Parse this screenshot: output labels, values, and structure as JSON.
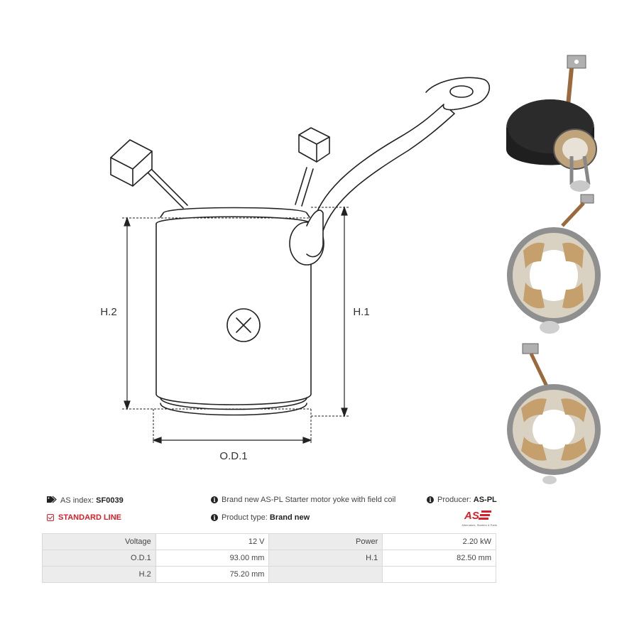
{
  "drawing": {
    "h2_label": "H.2",
    "h1_label": "H.1",
    "od_label": "O.D.1"
  },
  "header": {
    "as_index_label": "AS index:",
    "as_index_value": "SF0039",
    "standard_line": "STANDARD LINE",
    "description": "Brand new AS-PL Starter motor yoke with field coil",
    "product_type_label": "Product type:",
    "product_type_value": "Brand new",
    "producer_label": "Producer:",
    "producer_value": "AS-PL"
  },
  "logo": {
    "mark": "AS",
    "tagline": "Alternators, Starters & Parts"
  },
  "specs": [
    {
      "label_left": "Voltage",
      "value_left": "12 V",
      "label_right": "Power",
      "value_right": "2.20 kW"
    },
    {
      "label_left": "O.D.1",
      "value_left": "93.00 mm",
      "label_right": "H.1",
      "value_right": "82.50 mm"
    },
    {
      "label_left": "H.2",
      "value_left": "75.20 mm",
      "label_right": "",
      "value_right": ""
    }
  ],
  "colors": {
    "accent_red": "#d6202a",
    "table_label_bg": "#ececec",
    "table_border": "#d9d9d9"
  }
}
